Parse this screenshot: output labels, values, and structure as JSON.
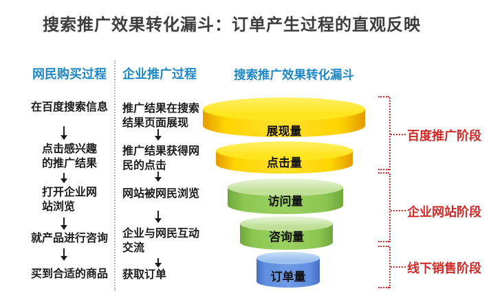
{
  "title": "搜索推广效果转化漏斗：订单产生过程的直观反映",
  "columns": {
    "user": {
      "header": "网民购买过程",
      "steps": [
        "在百度搜索信息",
        "点击感兴趣\n的推广结果",
        "打开企业网\n站浏览",
        "就产品进行咨询",
        "买到合适的商品"
      ]
    },
    "biz": {
      "header": "企业推广过程",
      "steps": [
        "推广结果在搜索\n结果页面展现",
        "推广结果获得网\n民的点击",
        "网站被网民浏览",
        "企业与网民互动\n交流",
        "获取订单"
      ]
    }
  },
  "funnel": {
    "header": "搜索推广效果转化漏斗",
    "layers": [
      {
        "label": "展现量",
        "top_color": "#ffe51e",
        "top_hilite": "#fff066",
        "body_color": "#fed501",
        "body_hilite": "#ffdf2e",
        "edge_color": "#e49b02"
      },
      {
        "label": "点击量",
        "top_color": "#ffe51e",
        "top_hilite": "#fff066",
        "body_color": "#fed501",
        "body_hilite": "#ffdf2e",
        "edge_color": "#e49b02"
      },
      {
        "label": "访问量",
        "top_color": "#bfe096",
        "top_hilite": "#e9f5d9",
        "body_color": "#8dc653",
        "body_hilite": "#9bd162",
        "edge_color": "#6fa83a"
      },
      {
        "label": "咨询量",
        "top_color": "#bfe096",
        "top_hilite": "#e9f5d9",
        "body_color": "#8dc653",
        "body_hilite": "#9bd162",
        "edge_color": "#6fa83a"
      },
      {
        "label": "订单量",
        "top_color": "#9bc0ee",
        "top_hilite": "#cadff7",
        "body_color": "#5f8ede",
        "body_hilite": "#6f9ae4",
        "edge_color": "#4a6fc2"
      }
    ]
  },
  "stages": [
    {
      "label": "百度推广阶段"
    },
    {
      "label": "企业网站阶段"
    },
    {
      "label": "线下销售阶段"
    }
  ],
  "colors": {
    "header_blue": "#1e87c5",
    "stage_red": "#cf2a27",
    "title_gray": "#3c3c3c",
    "funnel_yellow": "#fed501",
    "funnel_green": "#8dc653",
    "funnel_blue": "#5f8ede"
  }
}
